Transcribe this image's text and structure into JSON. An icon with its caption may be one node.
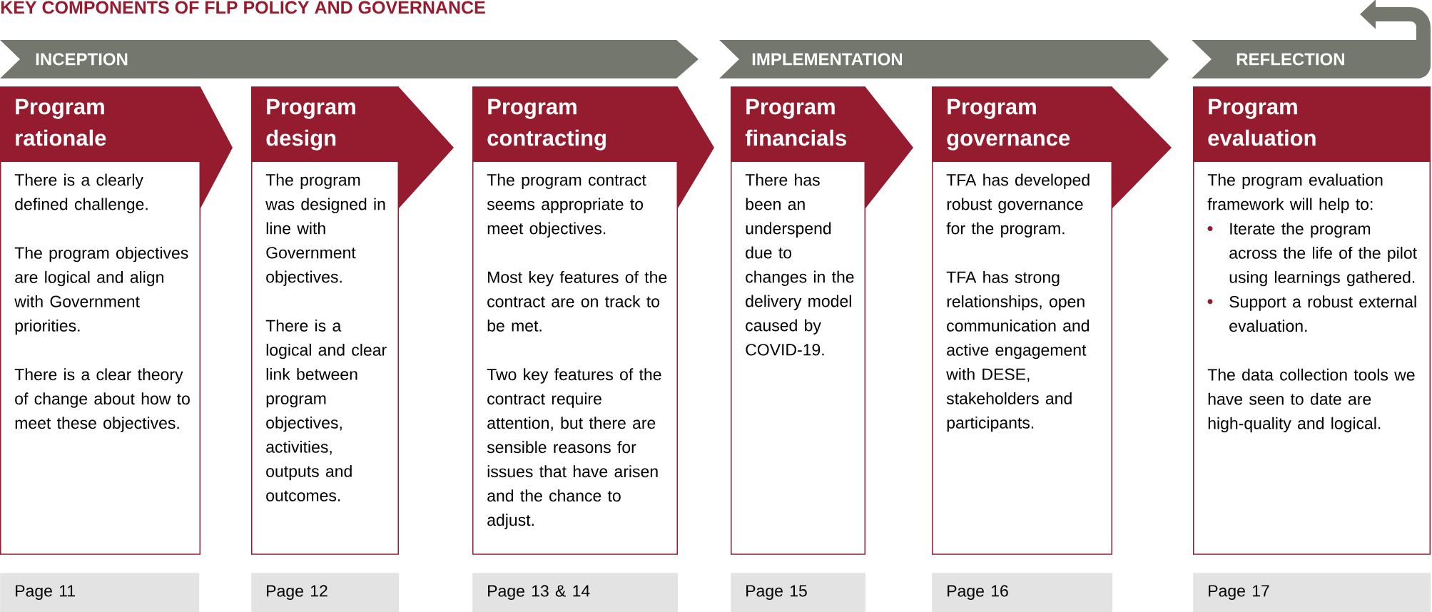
{
  "diagram": {
    "title": "KEY COMPONENTS OF FLP POLICY AND GOVERNANCE",
    "nodes": [
      {
        "text": [
          "INCEPTION"
        ]
      },
      {
        "text": [
          "IMPLEMENTATION"
        ]
      },
      {
        "text": [
          "REFLECTION"
        ]
      },
      {
        "text": [
          "Program rationale",
          "There is a clearly defined challenge.",
          "The program objectives are logical and align with Government priorities.",
          "There is a clear theory of change about how to meet these objectives."
        ]
      },
      {
        "text": [
          "Program design",
          "The program was designed in line with Government objectives.",
          "There is a logical and clear link between program objectives, activities, outputs and outcomes."
        ]
      },
      {
        "text": [
          "Program contracting",
          "The program contract seems appropriate to meet objectives.",
          "Most key features of the contract are on track to be met.",
          "Two key features of the contract require attention, but there are sensible reasons for issues that have arisen and the chance to adjust."
        ]
      },
      {
        "text": [
          "Program financials",
          "There has been an underspend due to changes in the delivery model caused by COVID-19."
        ]
      },
      {
        "text": [
          "Program governance",
          "TFA has developed robust governance for the program.",
          "TFA has strong relationships, open communication and active engagement with DESE, stakeholders and participants."
        ]
      },
      {
        "text": [
          "Program evaluation",
          "The program evaluation framework will help to:",
          "Iterate the program across the life of the pilot using learnings gathered.",
          "Support a robust external evaluation.",
          "The data collection tools we have seen to date are high-quality and logical."
        ]
      },
      {
        "text": [
          "Page 11"
        ]
      },
      {
        "text": [
          "Page 12"
        ]
      },
      {
        "text": [
          "Page 13 & 14"
        ]
      },
      {
        "text": [
          "Page 15"
        ]
      },
      {
        "text": [
          "Page 16"
        ]
      },
      {
        "text": [
          "Page 17"
        ]
      }
    ]
  }
}
